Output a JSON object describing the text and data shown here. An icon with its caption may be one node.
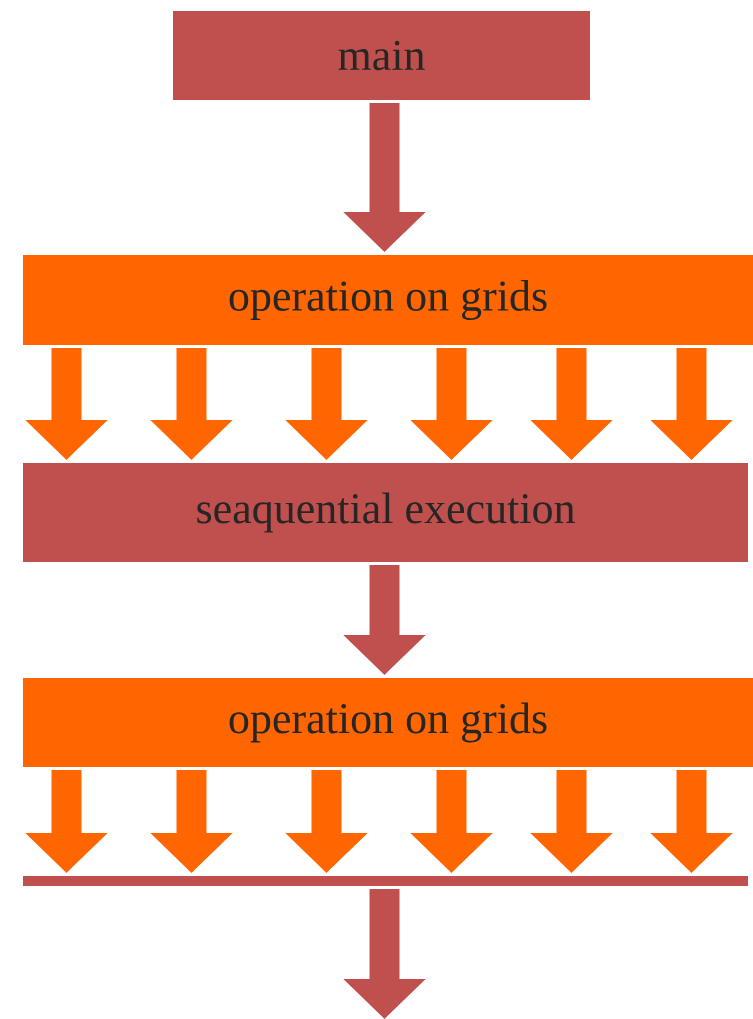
{
  "diagram": {
    "nodes": [
      {
        "text": [
          "main"
        ]
      },
      {
        "text": [
          "operation on grids"
        ]
      },
      {
        "text": [
          "seaquential execution"
        ]
      },
      {
        "text": [
          "operation on grids"
        ]
      },
      {
        "text": [],
        "shape": "bar"
      }
    ],
    "edges": [
      {
        "from": 0,
        "to": 1,
        "arrow": "to",
        "color": "#c0504d"
      },
      {
        "from": 1,
        "to": 2,
        "arrow": "to"
      },
      {
        "from": 1,
        "to": 2,
        "arrow": "to"
      },
      {
        "from": 1,
        "to": 2,
        "arrow": "to"
      },
      {
        "from": 1,
        "to": 2,
        "arrow": "to"
      },
      {
        "from": 1,
        "to": 2,
        "arrow": "to"
      },
      {
        "from": 1,
        "to": 2,
        "arrow": "to"
      },
      {
        "from": 2,
        "to": 3,
        "arrow": "to",
        "color": "#c0504d"
      },
      {
        "from": 3,
        "to": 4,
        "arrow": "to"
      },
      {
        "from": 3,
        "to": 4,
        "arrow": "to"
      },
      {
        "from": 3,
        "to": 4,
        "arrow": "to"
      },
      {
        "from": 3,
        "to": 4,
        "arrow": "to"
      },
      {
        "from": 3,
        "to": 4,
        "arrow": "to"
      },
      {
        "from": 3,
        "to": 4,
        "arrow": "to"
      },
      {
        "from": 4,
        "to": null,
        "arrow": "to",
        "color": "#c0504d"
      }
    ]
  }
}
